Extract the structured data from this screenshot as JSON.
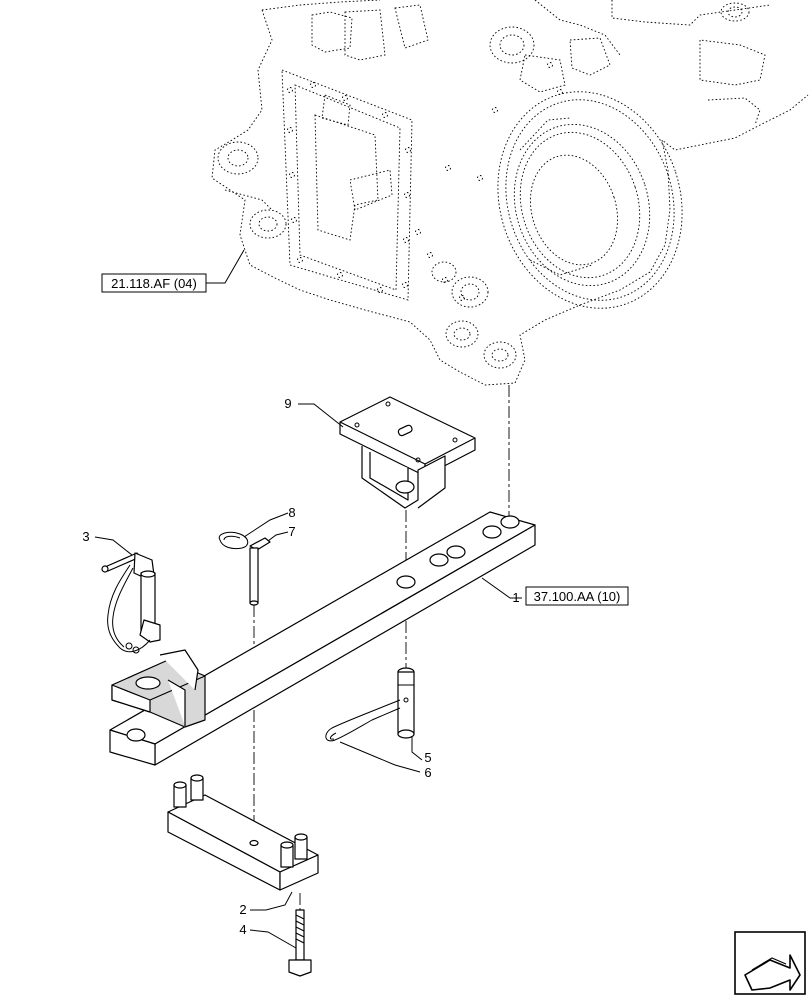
{
  "callouts": [
    {
      "id": "1",
      "text": "1"
    },
    {
      "id": "2",
      "text": "2"
    },
    {
      "id": "3",
      "text": "3"
    },
    {
      "id": "4",
      "text": "4"
    },
    {
      "id": "5",
      "text": "5"
    },
    {
      "id": "6",
      "text": "6"
    },
    {
      "id": "7",
      "text": "7"
    },
    {
      "id": "8",
      "text": "8"
    },
    {
      "id": "9",
      "text": "9"
    }
  ],
  "references": [
    {
      "id": "transmission",
      "text": "21.118.AF (04)"
    },
    {
      "id": "drawbar",
      "text": "37.100.AA (10)"
    }
  ],
  "navigation": {
    "icon": "next-page-arrow-icon"
  }
}
